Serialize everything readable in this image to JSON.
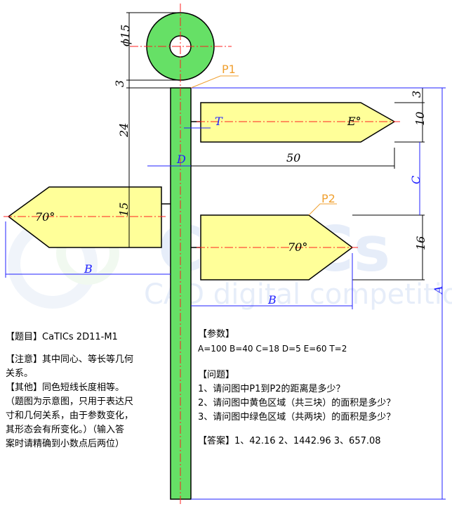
{
  "dims": {
    "phi15": "ϕ15",
    "three_a": "3",
    "three_b": "3",
    "twentyfour": "24",
    "fifteen": "15",
    "ten": "10",
    "fifty": "50",
    "sixteen": "16",
    "T": "T",
    "E": "E°",
    "D": "D",
    "C": "C",
    "A": "A",
    "B1": "B",
    "B2": "B",
    "angle1": "70°",
    "angle2": "70°",
    "P1": "P1",
    "P2": "P2"
  },
  "watermark": {
    "brand": "CaTiCs",
    "tagline": "CAD digital competition"
  },
  "left_text": {
    "title": "【题目】CaTICs 2D11-M1",
    "note_line1": "【注意】其中同心、等长等几何",
    "note_line2": "关系。",
    "other_line1": "【其他】同色短线长度相等。",
    "other_line2": "（题图为示意图，只用于表达尺",
    "other_line3": "寸和几何关系，由于参数变化，",
    "other_line4": "其形态会有所变化。）（输入答",
    "other_line5": "案时请精确到小数点后两位）"
  },
  "params": {
    "header": "【参数】",
    "values": "A=100    B=40    C=18    D=5    E=60    T=2"
  },
  "questions": {
    "header": "【问题】",
    "q1": "1、请问图中P1到P2的距离是多少？",
    "q2": "2、请问图中黄色区域（共三块）的面积是多少？",
    "q3": "3、请问图中绿色区域（共两块）的面积是多少？"
  },
  "answers": {
    "text": "【答案】1、42.16    2、1442.96   3、657.08"
  },
  "colors": {
    "green": "#66e066",
    "yellow": "#ffff99",
    "blue": "#2020ff",
    "red": "#ff2020",
    "orange": "#f0a030"
  }
}
